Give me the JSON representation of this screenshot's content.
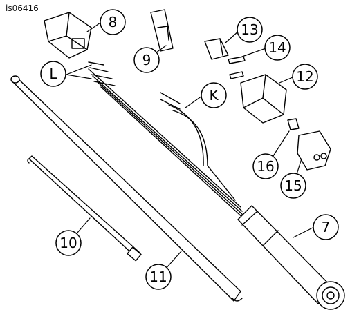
{
  "figure_id": "is06416",
  "callouts": [
    {
      "key": "c8",
      "label": "8"
    },
    {
      "key": "c9",
      "label": "9"
    },
    {
      "key": "c13",
      "label": "13"
    },
    {
      "key": "c14",
      "label": "14"
    },
    {
      "key": "c12",
      "label": "12"
    },
    {
      "key": "cL",
      "label": "L"
    },
    {
      "key": "cK",
      "label": "K"
    },
    {
      "key": "c16",
      "label": "16"
    },
    {
      "key": "c15",
      "label": "15"
    },
    {
      "key": "c7",
      "label": "7"
    },
    {
      "key": "c10",
      "label": "10"
    },
    {
      "key": "c11",
      "label": "11"
    }
  ]
}
